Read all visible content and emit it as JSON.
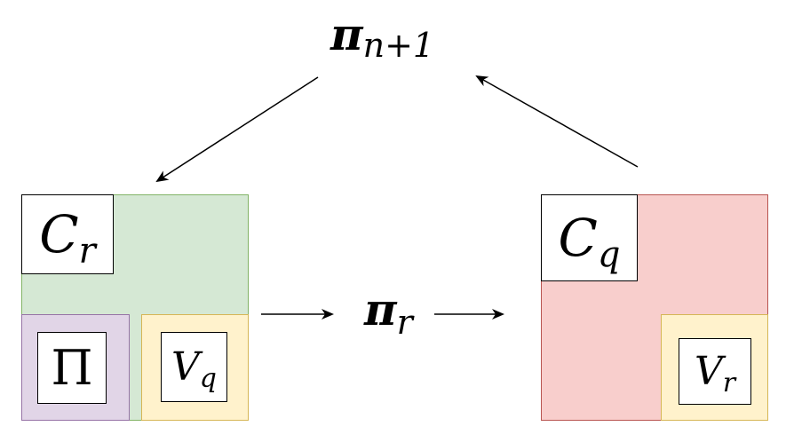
{
  "top_label": {
    "base": "π",
    "sub": "n+1"
  },
  "middle_label": {
    "base": "π",
    "sub": "r"
  },
  "left_block": {
    "corner_label": {
      "base": "C",
      "sub": "r"
    },
    "pi_label": "Π",
    "v_label": {
      "base": "V",
      "sub": "q"
    }
  },
  "right_block": {
    "corner_label": {
      "base": "C",
      "sub": "q"
    },
    "v_label": {
      "base": "V",
      "sub": "r"
    }
  },
  "colors": {
    "green_fill": "#d5e8d4",
    "green_stroke": "#82b366",
    "purple_fill": "#e1d5e7",
    "purple_stroke": "#9673a6",
    "yellow_fill": "#fff2cc",
    "yellow_stroke": "#d6b656",
    "red_fill": "#f8cecc",
    "red_stroke": "#b85450"
  }
}
